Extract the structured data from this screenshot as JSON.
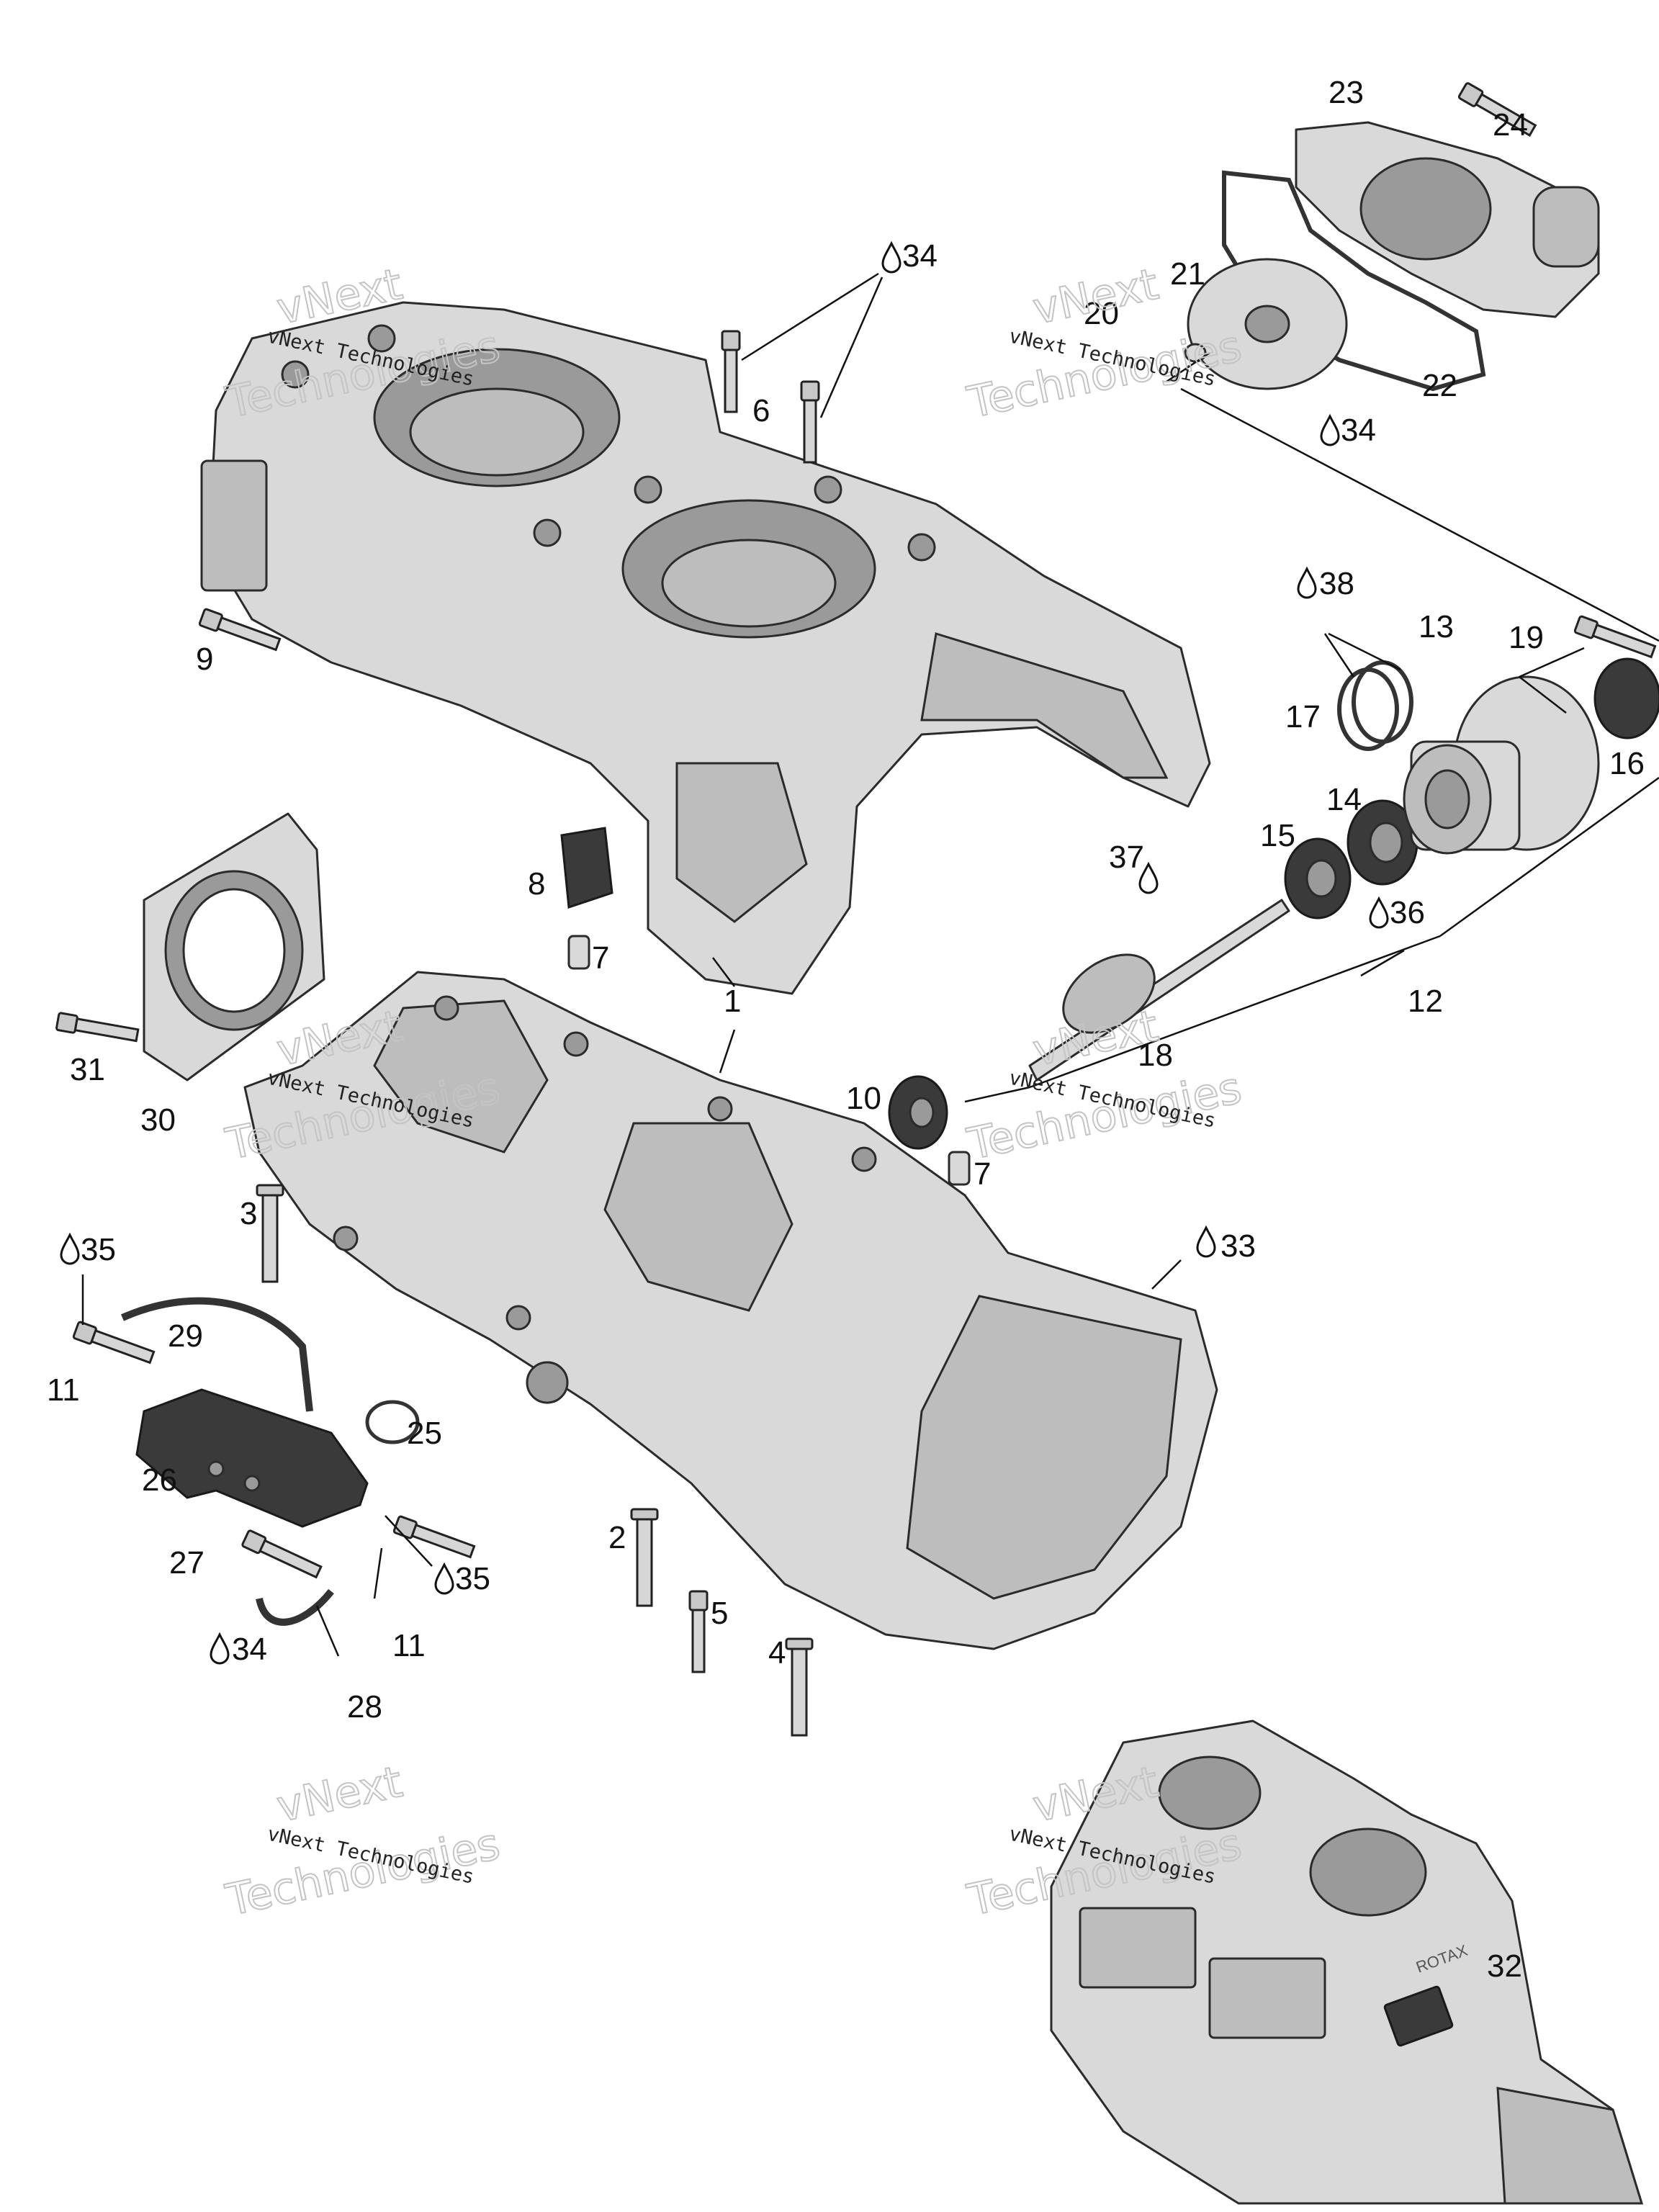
{
  "watermark": {
    "small": "vNext Technologies",
    "big_top": "vNext",
    "big_bottom": "Technologies"
  },
  "callouts": {
    "c1": "1",
    "c2": "2",
    "c3": "3",
    "c4": "4",
    "c5": "5",
    "c6": "6",
    "c7a": "7",
    "c7b": "7",
    "c8": "8",
    "c9": "9",
    "c10": "10",
    "c11a": "11",
    "c11b": "11",
    "c12": "12",
    "c13": "13",
    "c14": "14",
    "c15": "15",
    "c16": "16",
    "c17": "17",
    "c18": "18",
    "c19": "19",
    "c20": "20",
    "c21": "21",
    "c22": "22",
    "c23": "23",
    "c24": "24",
    "c25": "25",
    "c26": "26",
    "c27": "27",
    "c28": "28",
    "c29": "29",
    "c30": "30",
    "c31": "31",
    "c32": "32",
    "c33": "33",
    "c34a": "34",
    "c34b": "34",
    "c34c": "34",
    "c35a": "35",
    "c35b": "35",
    "c36": "36",
    "c37": "37",
    "c38": "38"
  },
  "engine_marking": "ROTAX",
  "icons": {
    "sealant": "droplet-icon"
  }
}
